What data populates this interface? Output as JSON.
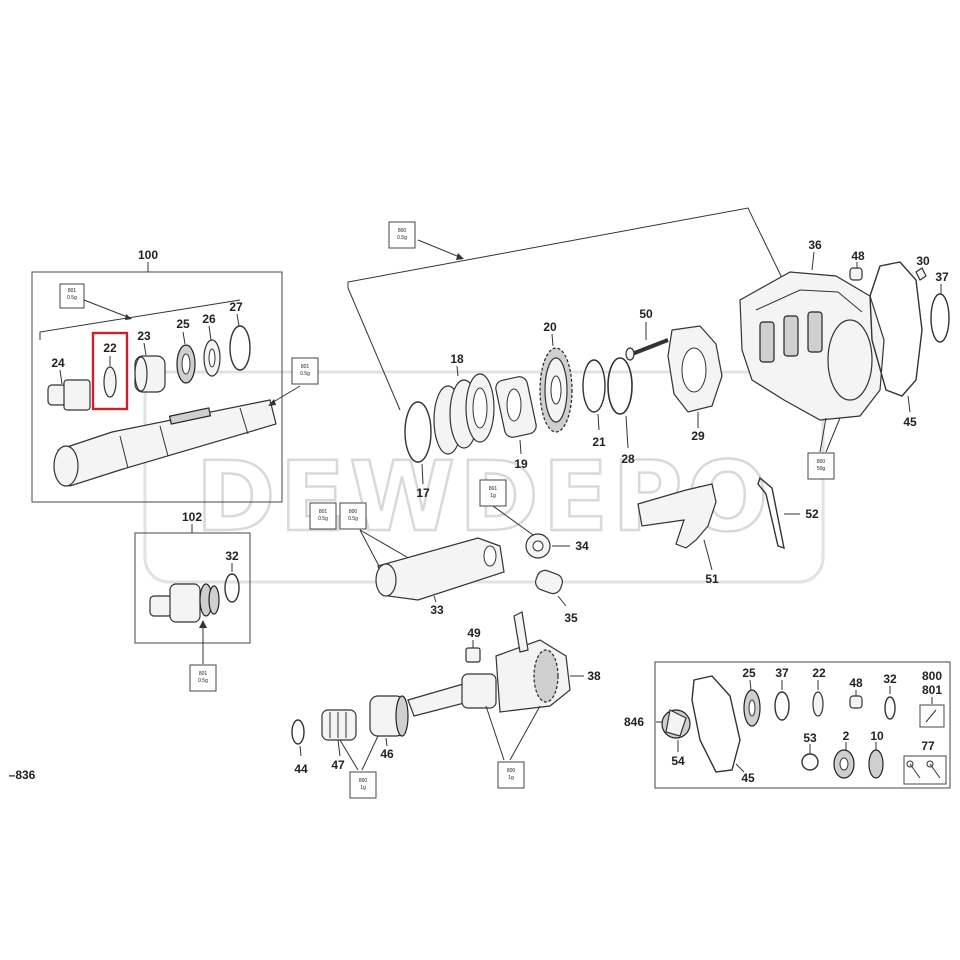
{
  "watermark": "DEWDEPO",
  "highlight_color": "#d21f26",
  "labels": {
    "p100": "100",
    "p102": "102",
    "p22": "22",
    "p23": "23",
    "p24": "24",
    "p25": "25",
    "p26": "26",
    "p27": "27",
    "p32": "32",
    "p17": "17",
    "p18": "18",
    "p19": "19",
    "p20": "20",
    "p21": "21",
    "p28": "28",
    "p29": "29",
    "p50": "50",
    "p36": "36",
    "p48": "48",
    "p30": "30",
    "p37": "37",
    "p45": "45",
    "p52": "52",
    "p51": "51",
    "p34": "34",
    "p33": "33",
    "p35": "35",
    "p49": "49",
    "p38": "38",
    "p44": "44",
    "p47": "47",
    "p46": "46",
    "p836": "–836",
    "k25": "25",
    "k37": "37",
    "k22": "22",
    "k48": "48",
    "k32": "32",
    "k800": "800",
    "k801": "801",
    "k846": "846",
    "k53": "53",
    "k2": "2",
    "k10": "10",
    "k77": "77",
    "k54": "54",
    "k45": "45"
  },
  "grease": {
    "g1_code": "801",
    "g1_qty": "0.5g",
    "g2_code": "801",
    "g2_qty": "0.5g",
    "g3_code": "800",
    "g3_qty": "0.5g",
    "g4_code": "800",
    "g4_qty": "50g",
    "g5_code": "801",
    "g5_qty": "0.5g",
    "g6_code": "801",
    "g6_qty": "1g",
    "g7_code": "800",
    "g7_qty": "1g",
    "g8_code": "801",
    "g8_qty": "0.5g",
    "g9_code": "800",
    "g9_qty": "0.5g",
    "g10_code": "800",
    "g10_qty": "1g"
  }
}
